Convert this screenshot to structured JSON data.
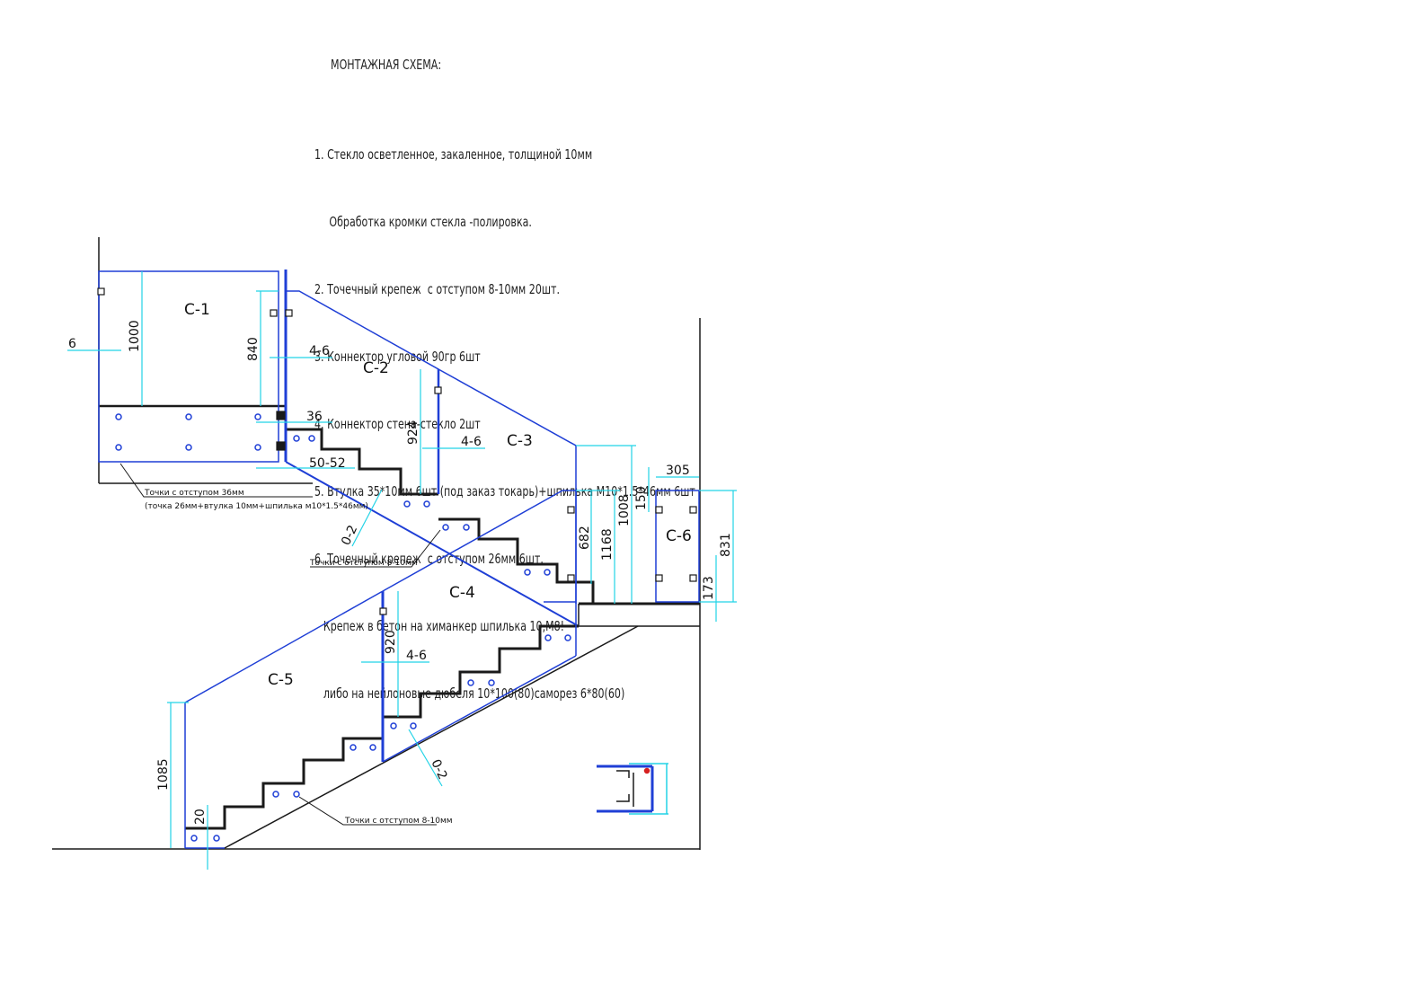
{
  "notes": {
    "title": "МОНТАЖНАЯ СХЕМА:",
    "items": [
      "1. Стекло осветленное, закаленное, толщиной 10мм",
      "Обработка кромки стекла -полировка.",
      "2. Точечный крепеж  с отступом 8-10мм 20шт.",
      "3. Коннектор угловой 90гр 6шт",
      "4. Коннектор стена-стекло 2шт",
      "5. Втулка 35*10мм 6шт (под заказ токарь)+шпилька М10*1.5*46мм 6шт",
      "6 .Точечный крепеж  с отступом 26мм 6шт.",
      "Крепеж в бетон на химанкер шпилька 10,М8!",
      "либо на нейлоновые дюбеля 10*100(80)саморез 6*80(60)"
    ]
  },
  "panels": {
    "c1": "С-1",
    "c2": "С-2",
    "c3": "С-3",
    "c4": "С-4",
    "c5": "С-5",
    "c6": "С-6"
  },
  "dims": {
    "d6": "6",
    "d1000": "1000",
    "d840": "840",
    "d4_6a": "4-6",
    "d36": "36",
    "d50_52": "50-52",
    "d924": "924",
    "d4_6b": "4-6",
    "d1008": "1008",
    "d1168": "1168",
    "d682": "682",
    "d150": "150",
    "d305": "305",
    "d831": "831",
    "d173": "173",
    "d920": "920",
    "d4_6c": "4-6",
    "d0_2a": "0-2",
    "d0_2b": "0-2",
    "d1085": "1085",
    "d20": "20"
  },
  "callouts": {
    "points36_a": "Точки с отступом 36мм",
    "points36_b": "(точка 26мм+втулка 10мм+шпилька м10*1.5*46мм)",
    "points810_a": "Точки с отступом 8-10мм",
    "points810_b": "Точки с отступом 8-10мм"
  },
  "colors": {
    "glass": "#1f3fd6",
    "dim": "#22d3e6",
    "line": "#1a1a1a",
    "detail_red": "#d62020"
  }
}
